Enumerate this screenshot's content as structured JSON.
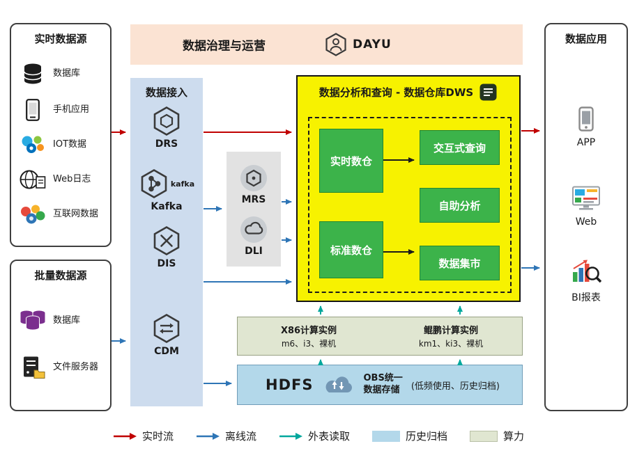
{
  "colors": {
    "realtime": "#c00000",
    "offline": "#2e75b6",
    "external": "#00a79d",
    "archive": "#b3d8ea",
    "compute": "#e0e6d1",
    "banner": "#fbe3d3",
    "panel": "#cddcee",
    "dws": "#f7f200",
    "green": "#3cb34a",
    "engine_box": "#e2e2e2"
  },
  "banner": {
    "title": "数据治理与运营",
    "logo": "DAYU"
  },
  "realtime_sources": {
    "title": "实时数据源",
    "items": [
      {
        "label": "数据库",
        "icon": "database"
      },
      {
        "label": "手机应用",
        "icon": "mobile-phone"
      },
      {
        "label": "IOT数据",
        "icon": "iot"
      },
      {
        "label": "Web日志",
        "icon": "web-log"
      },
      {
        "label": "互联网数据",
        "icon": "internet-data"
      }
    ]
  },
  "batch_sources": {
    "title": "批量数据源",
    "items": [
      {
        "label": "数据库",
        "icon": "database-cluster"
      },
      {
        "label": "文件服务器",
        "icon": "file-server"
      }
    ]
  },
  "ingestion": {
    "title": "数据接入",
    "items": [
      {
        "label": "DRS"
      },
      {
        "label": "Kafka",
        "logo_text": "kafka"
      },
      {
        "label": "DIS"
      },
      {
        "label": "CDM"
      }
    ]
  },
  "engines": {
    "items": [
      {
        "label": "MRS"
      },
      {
        "label": "DLI"
      }
    ]
  },
  "dws": {
    "title": "数据分析和查询 - 数据仓库DWS",
    "warehouses": [
      {
        "label": "实时数仓"
      },
      {
        "label": "标准数仓"
      }
    ],
    "services": [
      {
        "label": "交互式查询"
      },
      {
        "label": "自助分析"
      },
      {
        "label": "数据集市"
      }
    ]
  },
  "instances": {
    "x86": {
      "title": "X86计算实例",
      "subtitle": "m6、i3、裸机"
    },
    "kunpeng": {
      "title": "鲲鹏计算实例",
      "subtitle": "km1、ki3、裸机"
    }
  },
  "storage": {
    "hdfs": "HDFS",
    "obs": "OBS统一\n数据存储",
    "note": "(低频使用、历史归档)"
  },
  "applications": {
    "title": "数据应用",
    "items": [
      {
        "label": "APP"
      },
      {
        "label": "Web"
      },
      {
        "label": "BI报表"
      }
    ]
  },
  "legend": {
    "realtime": "实时流",
    "offline": "离线流",
    "external": "外表读取",
    "archive": "历史归档",
    "compute": "算力"
  }
}
